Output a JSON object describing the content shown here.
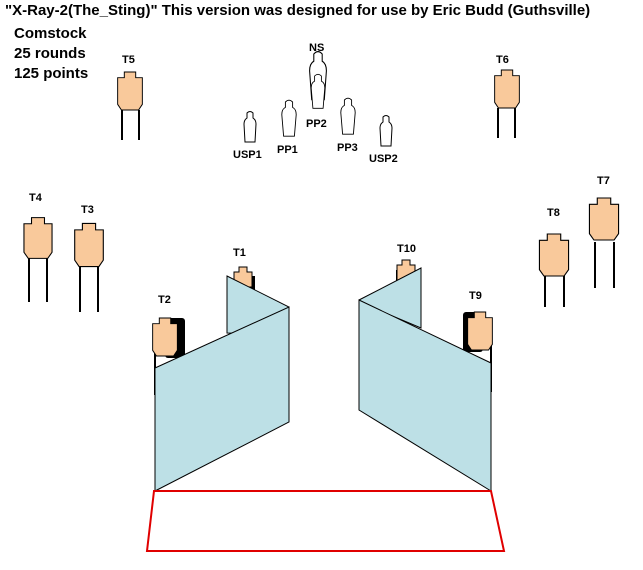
{
  "stage": {
    "title": "\"X-Ray-2(The_Sting)\"   This version was designed for use by Eric Budd (Guthsville)",
    "lines": [
      "Comstock",
      "25 rounds",
      "125 points"
    ]
  },
  "targets": [
    "T1",
    "T2",
    "T3",
    "T4",
    "T5",
    "T6",
    "T7",
    "T8",
    "T9",
    "T10"
  ],
  "no_shoot": "NS",
  "poppers": [
    "PP1",
    "PP2",
    "PP3"
  ],
  "mini_poppers": [
    "USP1",
    "USP2"
  ],
  "colors": {
    "target_fill": "#f9c99b",
    "wall_fill": "#bde0e6",
    "shooting_box": "#e00000",
    "outline": "#000000",
    "no_shoot_fill": "#ffffff"
  }
}
